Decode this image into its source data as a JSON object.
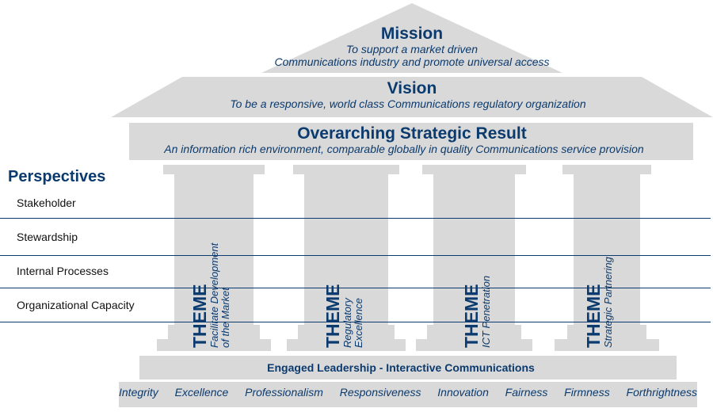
{
  "roof": {
    "mission_title": "Mission",
    "mission_lines": [
      "To support a market driven",
      "Communications industry and promote universal access"
    ],
    "vision_title": "Vision",
    "vision_text": "To be a responsive, world class Communications regulatory organization"
  },
  "result": {
    "title": "Overarching Strategic Result",
    "text": "An information rich environment, comparable globally in quality Communications service provision"
  },
  "perspectives": {
    "title": "Perspectives",
    "items": [
      "Stakeholder",
      "Stewardship",
      "Internal Processes",
      "Organizational Capacity"
    ]
  },
  "pillars": [
    {
      "theme": "THEME",
      "lines": [
        "Facilitate Development",
        "of the Market"
      ]
    },
    {
      "theme": "THEME",
      "lines": [
        "Regulatory",
        "Excellence"
      ]
    },
    {
      "theme": "THEME",
      "lines": [
        "ICT Penetration"
      ]
    },
    {
      "theme": "THEME",
      "lines": [
        "Strategic Partnering"
      ]
    }
  ],
  "foundation": {
    "text": "Engaged Leadership - Interactive Communications",
    "values": [
      "Integrity",
      "Excellence",
      "Professionalism",
      "Responsiveness",
      "Innovation",
      "Fairness",
      "Firmness",
      "Forthrightness"
    ]
  },
  "colors": {
    "text": "#0b3a6e",
    "fill": "#d9d9d9"
  }
}
